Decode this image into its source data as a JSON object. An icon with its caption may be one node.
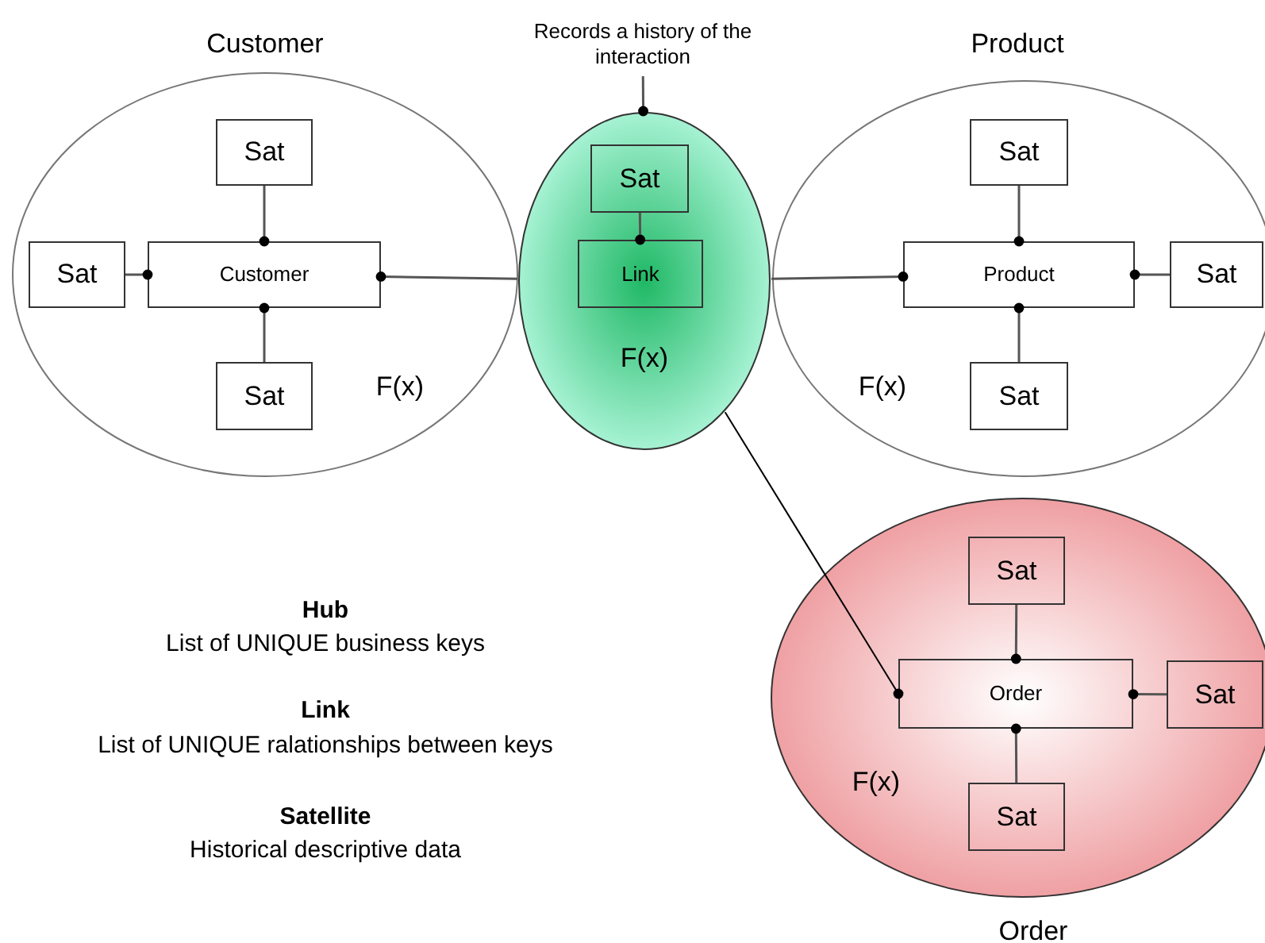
{
  "diagram": {
    "nodes": [
      {
        "text": [
          "Customer",
          "F(x)"
        ]
      },
      {
        "text": [
          "Sat"
        ],
        "in": 0
      },
      {
        "text": [
          "Sat"
        ],
        "in": 0
      },
      {
        "text": [
          "Customer"
        ],
        "in": 0
      },
      {
        "text": [
          "Sat"
        ],
        "in": 0
      },
      {
        "text": [
          "Records a history of the interaction"
        ]
      },
      {
        "text": [
          "F(x)"
        ]
      },
      {
        "text": [
          "Sat"
        ],
        "in": 6
      },
      {
        "text": [
          "Link"
        ],
        "in": 6
      },
      {
        "text": [
          "Product",
          "F(x)"
        ]
      },
      {
        "text": [
          "Sat"
        ],
        "in": 9
      },
      {
        "text": [
          "Product"
        ],
        "in": 9
      },
      {
        "text": [
          "Sat"
        ],
        "in": 9
      },
      {
        "text": [
          "Sat"
        ],
        "in": 9
      },
      {
        "text": [
          "F(x)",
          "Order"
        ]
      },
      {
        "text": [
          "Sat"
        ],
        "in": 14
      },
      {
        "text": [
          "Order"
        ],
        "in": 14
      },
      {
        "text": [
          "Sat"
        ],
        "in": 14
      },
      {
        "text": [
          "Sat"
        ],
        "in": 14
      }
    ],
    "edges": [
      {
        "from": 1,
        "to": 3,
        "arrow": "other"
      },
      {
        "from": 2,
        "to": 3,
        "arrow": "other"
      },
      {
        "from": 4,
        "to": 3,
        "arrow": "other"
      },
      {
        "from": 6,
        "to": 3,
        "arrow": "other"
      },
      {
        "from": 5,
        "to": 6,
        "arrow": "other"
      },
      {
        "from": 7,
        "to": 8,
        "arrow": "other"
      },
      {
        "from": 6,
        "to": 11,
        "arrow": "other"
      },
      {
        "from": 10,
        "to": 11,
        "arrow": "other"
      },
      {
        "from": 13,
        "to": 11,
        "arrow": "other"
      },
      {
        "from": 12,
        "to": 11,
        "arrow": "other"
      },
      {
        "from": 6,
        "to": 16,
        "arrow": "other"
      },
      {
        "from": 15,
        "to": 16,
        "arrow": "other"
      },
      {
        "from": 17,
        "to": 16,
        "arrow": "other"
      },
      {
        "from": 18,
        "to": 16,
        "arrow": "other"
      }
    ],
    "labels": [
      "Hub",
      "List of UNIQUE business keys",
      "Link",
      "List of UNIQUE ralationships between keys",
      "Satellite",
      "Historical descriptive data"
    ]
  }
}
